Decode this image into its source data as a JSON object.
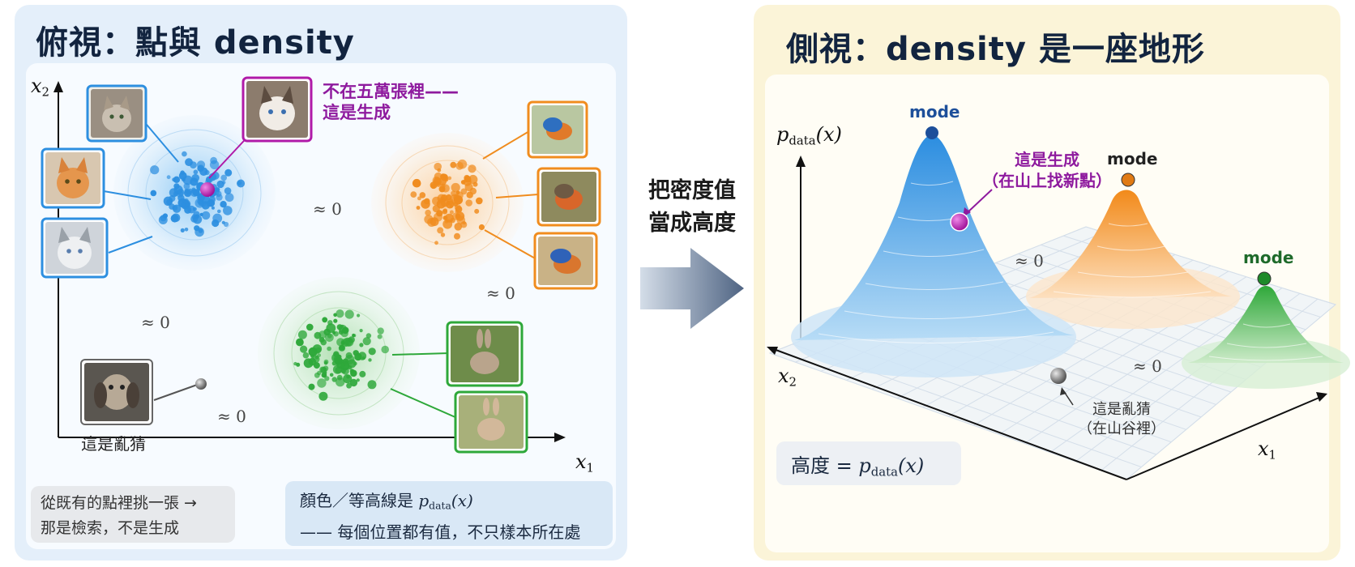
{
  "left": {
    "title": "俯視：點與 density",
    "axis_x": "x",
    "axis_x_sub": "1",
    "axis_y": "x",
    "axis_y_sub": "2",
    "generated_note_line1": "不在五萬張裡——",
    "generated_note_line2": "這是生成",
    "approx": [
      "≈ 0",
      "≈ 0",
      "≈ 0",
      "≈ 0"
    ],
    "guess_label": "這是亂猜",
    "retrieval_note_line1": "從既有的點裡挑一張 →",
    "retrieval_note_line2": "那是檢索，不是生成",
    "density_note_line1_text": "顏色／等高線是 ",
    "density_note_line2": "—— 每個位置都有值，不只樣本所在處",
    "thumbnails": [
      {
        "subject": "tabby cat",
        "icon": "cat-icon"
      },
      {
        "subject": "orange cat",
        "icon": "cat-icon"
      },
      {
        "subject": "gray white cat",
        "icon": "cat-icon"
      },
      {
        "subject": "ragdoll cat",
        "icon": "cat-icon"
      },
      {
        "subject": "bluebird",
        "icon": "bird-icon"
      },
      {
        "subject": "robin",
        "icon": "bird-icon"
      },
      {
        "subject": "bluebird",
        "icon": "bird-icon"
      },
      {
        "subject": "rabbit",
        "icon": "rabbit-icon"
      },
      {
        "subject": "rabbit",
        "icon": "rabbit-icon"
      },
      {
        "subject": "dog-cat hybrid",
        "icon": "dog-icon"
      }
    ]
  },
  "arrow": {
    "label_line1": "把密度值",
    "label_line2": "當成高度"
  },
  "right": {
    "title": "側視：density 是一座地形",
    "axis_z": "p",
    "axis_z_sub": "data",
    "axis_z_arg": "(x)",
    "axis_x": "x",
    "axis_x_sub": "1",
    "axis_y": "x",
    "axis_y_sub": "2",
    "mode_labels": [
      "mode",
      "mode",
      "mode"
    ],
    "generated_note_line1": "這是生成",
    "generated_note_line2": "（在山上找新點）",
    "guess_note_line1": "這是亂猜",
    "guess_note_line2": "（在山谷裡）",
    "approx": [
      "≈ 0",
      "≈ 0"
    ],
    "formula_prefix": "高度 = "
  },
  "colors": {
    "blue": "#2d8fe0",
    "orange": "#f08c1e",
    "green": "#2ea83a",
    "purple": "#b01aa8",
    "title": "#12243f"
  }
}
